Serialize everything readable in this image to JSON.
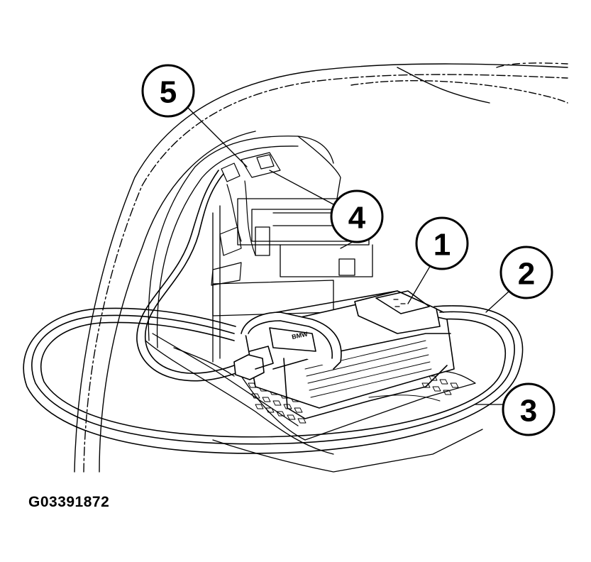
{
  "callouts": {
    "c1": "1",
    "c2": "2",
    "c3": "3",
    "c4": "4",
    "c5": "5"
  },
  "figure_id": "G03391872",
  "device_labels": {
    "tester_label": "BMW"
  }
}
